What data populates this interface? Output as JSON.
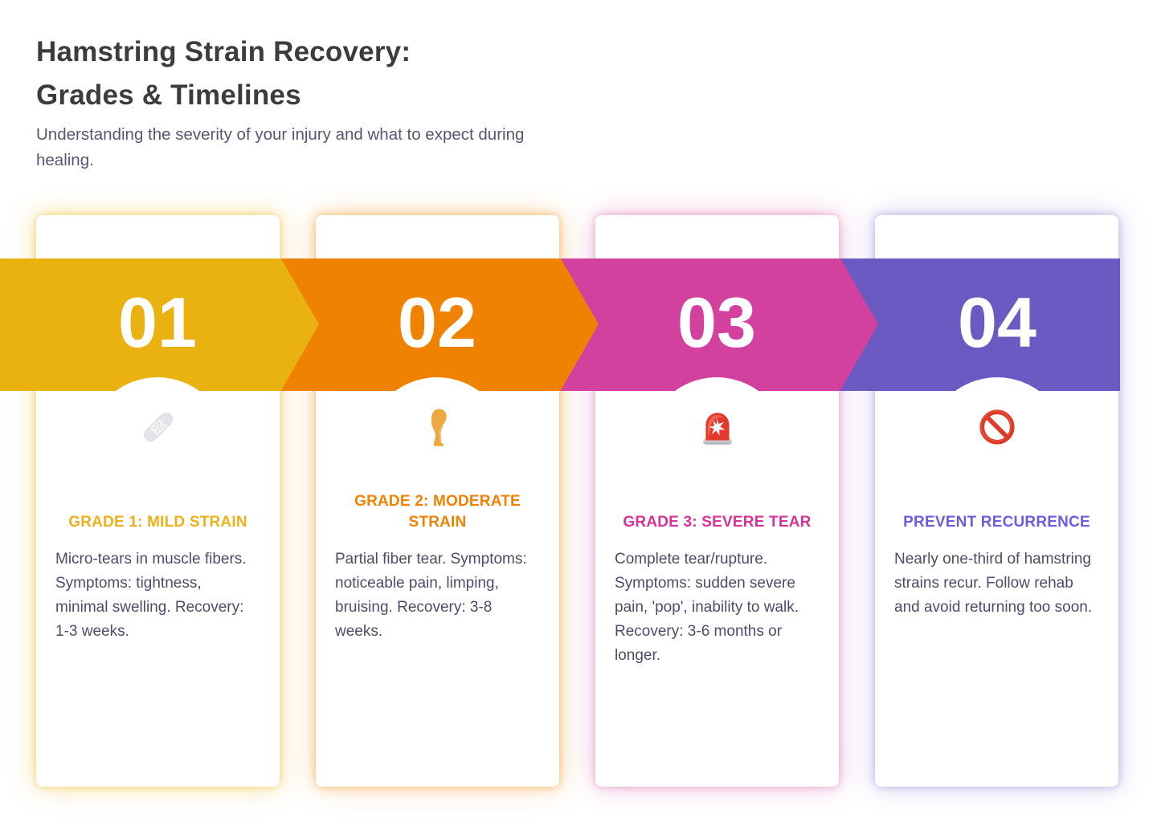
{
  "header": {
    "title_lines": [
      "Hamstring Strain Recovery:",
      "Grades & Timelines"
    ],
    "subtitle": "Understanding the severity of your injury and what to expect during healing."
  },
  "steps": [
    {
      "number": "01",
      "heading": "GRADE 1: MILD STRAIN",
      "body": "Micro-tears in muscle fibers. Symptoms: tightness, minimal swelling. Recovery: 1-3 weeks.",
      "icon": "bandage-icon",
      "band_color": "#EAB211",
      "heading_color": "#EBB01C"
    },
    {
      "number": "02",
      "heading": "GRADE 2: MODERATE STRAIN",
      "body": "Partial fiber tear. Symptoms: noticeable pain, limping, bruising. Recovery: 3-8 weeks.",
      "icon": "leg-icon",
      "band_color": "#F08202",
      "heading_color": "#F08202"
    },
    {
      "number": "03",
      "heading": "GRADE 3: SEVERE TEAR",
      "body": "Complete tear/rupture. Symptoms: sudden severe pain, 'pop', inability to walk. Recovery: 3-6 months or longer.",
      "icon": "siren-icon",
      "band_color": "#D2419D",
      "heading_color": "#D63398"
    },
    {
      "number": "04",
      "heading": "PREVENT RECURRENCE",
      "body": "Nearly one-third of hamstring strains recur. Follow rehab and avoid returning too soon.",
      "icon": "no-entry-icon",
      "band_color": "#6A5AC1",
      "heading_color": "#6C5CE0"
    }
  ]
}
